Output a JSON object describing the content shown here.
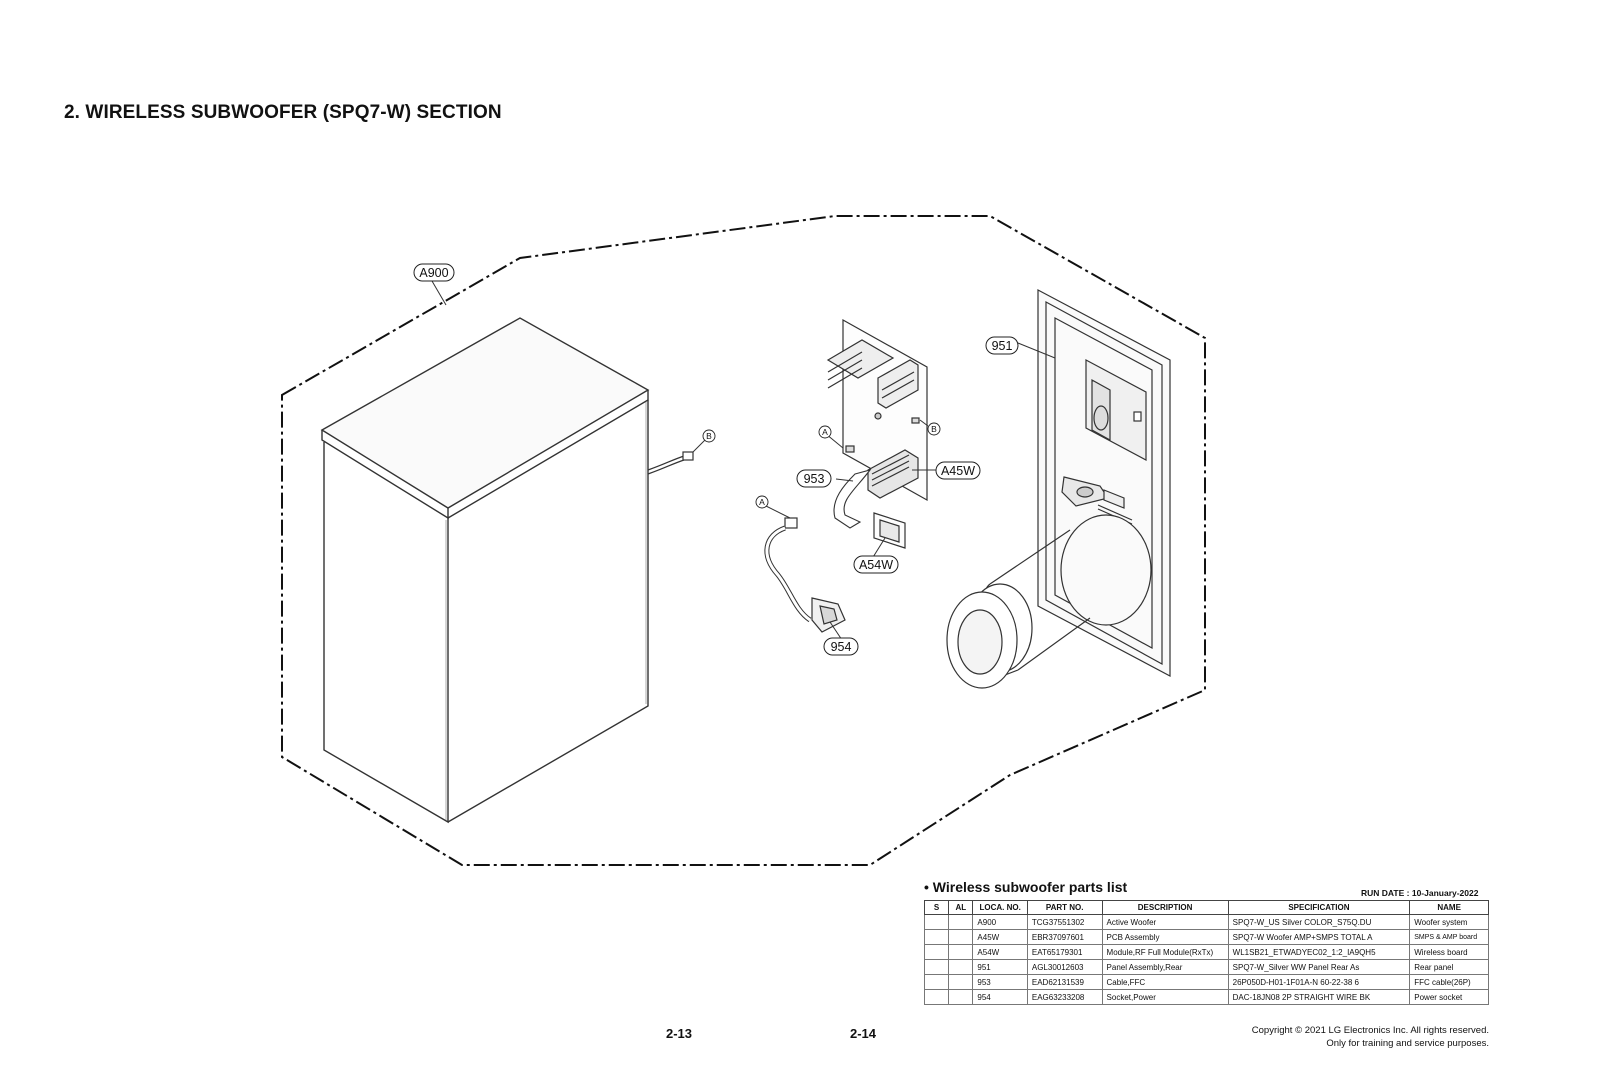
{
  "section_title": "2. WIRELESS SUBWOOFER (SPQ7-W) SECTION",
  "diagram": {
    "callouts": {
      "a900": "A900",
      "n951": "951",
      "a45w": "A45W",
      "n953": "953",
      "a54w": "A54W",
      "n954": "954"
    },
    "connector_letters": {
      "a": "A",
      "b": "B"
    }
  },
  "parts_list": {
    "heading": "• Wireless subwoofer parts list",
    "run_date": "RUN DATE : 10-January-2022",
    "columns": [
      "S",
      "AL",
      "LOCA. NO.",
      "PART NO.",
      "DESCRIPTION",
      "SPECIFICATION",
      "NAME"
    ],
    "rows": [
      {
        "s": "",
        "al": "",
        "loca": "A900",
        "part": "TCG37551302",
        "desc": "Active Woofer",
        "spec": "SPQ7-W_US Silver COLOR_S75Q.DU",
        "name": "Woofer system"
      },
      {
        "s": "",
        "al": "",
        "loca": "A45W",
        "part": "EBR37097601",
        "desc": "PCB Assembly",
        "spec": "SPQ7-W Woofer AMP+SMPS TOTAL A",
        "name": "SMPS & AMP board"
      },
      {
        "s": "",
        "al": "",
        "loca": "A54W",
        "part": "EAT65179301",
        "desc": "Module,RF Full Module(RxTx)",
        "spec": "WL1SB21_ETWADYEC02_1:2_IA9QH5",
        "name": "Wireless board"
      },
      {
        "s": "",
        "al": "",
        "loca": "951",
        "part": "AGL30012603",
        "desc": "Panel Assembly,Rear",
        "spec": "SPQ7-W_Silver WW Panel Rear As",
        "name": "Rear panel"
      },
      {
        "s": "",
        "al": "",
        "loca": "953",
        "part": "EAD62131539",
        "desc": "Cable,FFC",
        "spec": "26P050D-H01-1F01A-N 60-22-38 6",
        "name": "FFC cable(26P)"
      },
      {
        "s": "",
        "al": "",
        "loca": "954",
        "part": "EAG63233208",
        "desc": "Socket,Power",
        "spec": "DAC-18JN08 2P STRAIGHT WIRE BK",
        "name": "Power socket"
      }
    ]
  },
  "footer": {
    "page_left": "2-13",
    "page_right": "2-14",
    "copyright_line1": "Copyright © 2021 LG Electronics Inc. All rights reserved.",
    "copyright_line2": "Only for training and service purposes."
  }
}
